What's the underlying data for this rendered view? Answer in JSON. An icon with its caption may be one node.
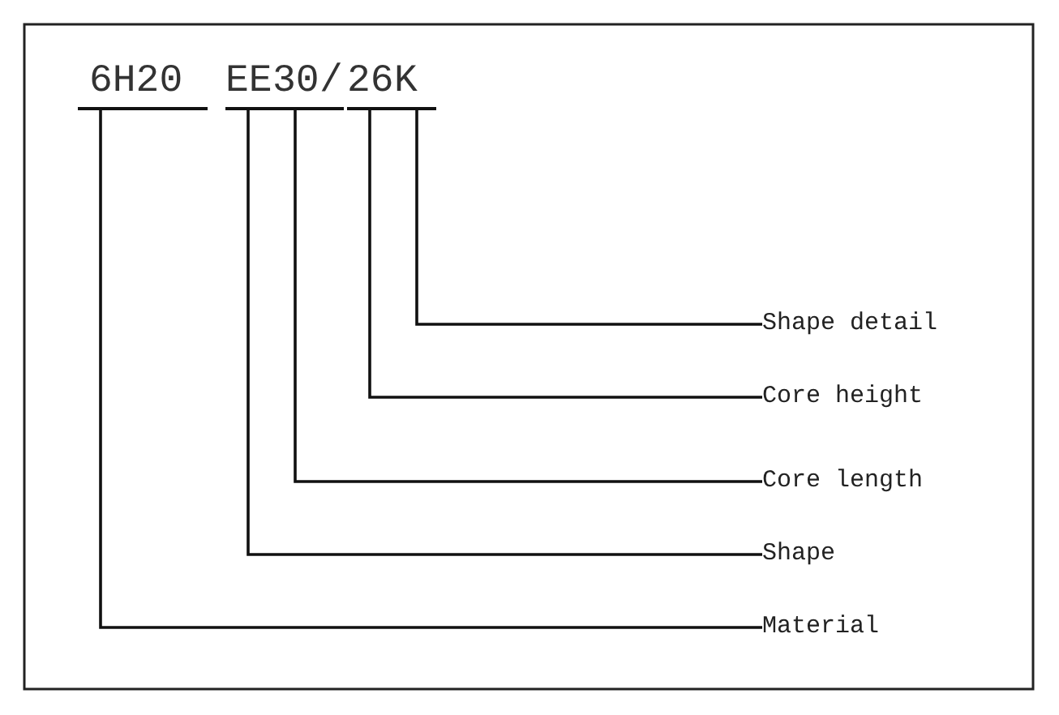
{
  "diagram": {
    "nodes": [
      {
        "text": [
          "6H20"
        ]
      },
      {
        "text": [
          "EE"
        ]
      },
      {
        "text": [
          "30"
        ]
      },
      {
        "text": [
          "26"
        ]
      },
      {
        "text": [
          "K"
        ]
      },
      {
        "text": [
          "Shape detail"
        ]
      },
      {
        "text": [
          "Core height"
        ]
      },
      {
        "text": [
          "Core length"
        ]
      },
      {
        "text": [
          "Shape"
        ]
      },
      {
        "text": [
          "Material"
        ]
      }
    ],
    "edges": [
      {
        "from": 5,
        "to": 4,
        "arrow": "none"
      },
      {
        "from": 6,
        "to": 3,
        "arrow": "none"
      },
      {
        "from": 7,
        "to": 2,
        "arrow": "none"
      },
      {
        "from": 8,
        "to": 1,
        "arrow": "none"
      },
      {
        "from": 9,
        "to": 0,
        "arrow": "none"
      }
    ],
    "labels": [
      "/"
    ]
  }
}
